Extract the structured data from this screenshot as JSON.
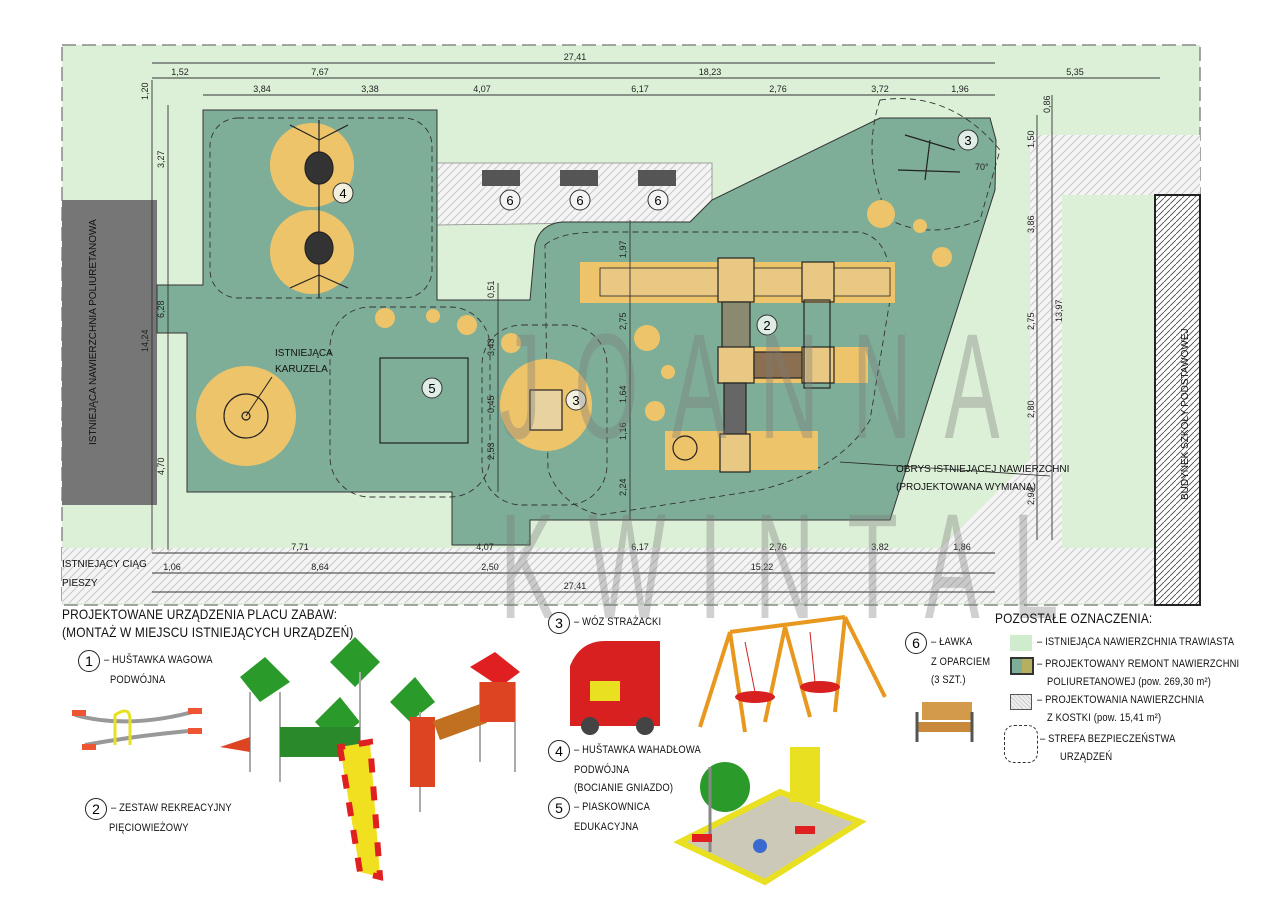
{
  "plan": {
    "existing_surface_label": "ISTNIEJĄCA NAWIERZCHNIA POLIURETANOWA",
    "carousel_label": [
      "ISTNIEJĄCA",
      "KARUZELA"
    ],
    "path_label": [
      "ISTNIEJĄCY CIĄG",
      "PIESZY"
    ],
    "outline_label": [
      "OBRYS ISTNIEJĄCEJ NAWIERZCHNI",
      "(PROJEKTOWANA WYMIANA)"
    ],
    "building_label": "BUDYNEK SZKOŁY PODSTAWOWEJ",
    "angle_label": "70°",
    "markers": [
      "4",
      "6",
      "6",
      "6",
      "3",
      "2",
      "5",
      "3"
    ],
    "dims_top": [
      "27,41",
      "1,52",
      "7,67",
      "18,23",
      "5,35",
      "3,84",
      "3,38",
      "4,07",
      "6,17",
      "2,76",
      "3,72",
      "1,96"
    ],
    "dims_left": [
      "1,20",
      "3,27",
      "6,28",
      "14,24",
      "4,70"
    ],
    "dims_mid1": [
      "0,51",
      "3,43",
      "0,45",
      "2,53"
    ],
    "dims_mid2": [
      "1,97",
      "2,75",
      "1,64",
      "1,16",
      "2,24"
    ],
    "dims_right": [
      "0,86",
      "1,50",
      "3,86",
      "2,75",
      "2,80",
      "2,94",
      "13,97"
    ],
    "dims_bottom": [
      "7,71",
      "4,07",
      "6,17",
      "2,76",
      "3,82",
      "1,86",
      "1,06",
      "8,64",
      "2,50",
      "15,22",
      "27,41"
    ]
  },
  "colors": {
    "grass": "#dcf0d8",
    "polyurethane": "#7fae98",
    "yellow_zone": "#eec46a",
    "existing_surface": "#767676"
  },
  "legend": {
    "title": [
      "PROJEKTOWANE URZĄDZENIA PLACU ZABAW:",
      "(MONTAŻ W MIEJSCU ISTNIEJĄCYCH URZĄDZEŃ)"
    ],
    "items": [
      {
        "num": "1",
        "lines": [
          "– HUŠTAWKA WAGOWA",
          "PODWÓJNA"
        ]
      },
      {
        "num": "2",
        "lines": [
          "– ZESTAW REKREACYJNY",
          "PIĘCIOWIEŻOWY"
        ]
      },
      {
        "num": "3",
        "lines": [
          "– WÓZ STRAŻACKI"
        ]
      },
      {
        "num": "4",
        "lines": [
          "– HUŠTAWKA WAHADŁOWA",
          "PODWÓJNA",
          "(BOCIANIE GNIAZDO)"
        ]
      },
      {
        "num": "5",
        "lines": [
          "– PIASKOWNICA",
          "EDUKACYJNA"
        ]
      },
      {
        "num": "6",
        "lines": [
          "– ŁAWKA",
          "Z OPARCIEM",
          "(3 SZT.)"
        ]
      }
    ],
    "other_title": "POZOSTAŁE OZNACZENIA:",
    "other": [
      [
        "– ISTNIEJĄCA NAWIERZCHNIA TRAWIASTA"
      ],
      [
        "– PROJEKTOWANY REMONT NAWIERZCHNI",
        "POLIURETANOWEJ (pow. 269,30 m²)"
      ],
      [
        "– PROJEKTOWANIA NAWIERZCHNIA",
        "Z KOSTKI (pow. 15,41 m²)"
      ],
      [
        "– STREFA BEZPIECZEŃSTWA",
        "URZĄDZEŃ"
      ]
    ]
  },
  "watermark": [
    "JOANNA",
    "KWINTAL"
  ]
}
